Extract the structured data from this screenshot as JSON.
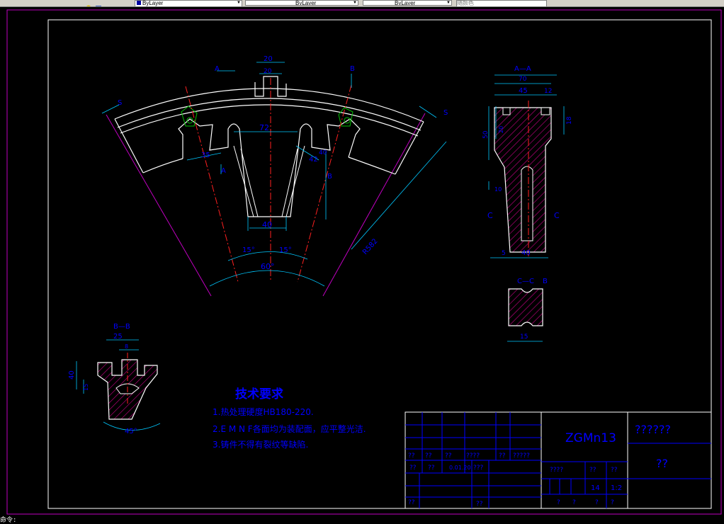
{
  "toolbar": {
    "layer_field_1": "ByLayer",
    "layer_field_2": "ByLayer",
    "layer_field_3": "ByLayer",
    "plot_style": "随颜色"
  },
  "command_line": "命令:",
  "drawing": {
    "main_view": {
      "dim_top_outer": "20",
      "dim_top_inner": "20",
      "dim_slot_width": "72",
      "dim_slot_bottom": "40",
      "dim_left_35": "35",
      "dim_angle_15_left": "15°",
      "dim_angle_15_right": "15°",
      "dim_angle_60": "60°",
      "dim_right_42": "42",
      "dim_right_40": "40",
      "dim_radius": "R582",
      "section_a_top": "A",
      "section_a_bottom": "A",
      "section_b_top": "B",
      "section_b_bottom": "B",
      "section_s_left": "S",
      "section_s_right": "S"
    },
    "section_aa": {
      "title": "A—A",
      "dim_70": "70",
      "dim_45": "45",
      "dim_12": "12",
      "dim_18": "18",
      "dim_50": "50",
      "dim_20": "20",
      "dim_10": "10",
      "dim_40": "40",
      "dim_5": "5",
      "label_c_left": "C",
      "label_c_right": "C"
    },
    "section_cc": {
      "title": "C—C",
      "label_b": "B",
      "dim_15": "15"
    },
    "section_bb": {
      "title": "B—B",
      "dim_25": "25",
      "dim_8": "8",
      "dim_40": "40",
      "dim_15": "15",
      "dim_45deg": "45°"
    },
    "tech_requirements": {
      "title": "技术要求",
      "items": [
        "1.热处理硬度HB180-220.",
        "2.E M N F各面均为装配面，应平整光洁.",
        "3.铸件不得有裂纹等缺陷."
      ]
    },
    "title_block": {
      "material": "ZGMn13",
      "name": "??????",
      "drawing_no": "??",
      "cells_row1": [
        "??",
        "??",
        "??",
        "????",
        "??",
        "?????"
      ],
      "cells_row2": [
        "??",
        "??",
        "0.01.20",
        "???"
      ],
      "weight_labels": [
        "????",
        "??",
        "??"
      ],
      "qty": "14",
      "scale": "1:2",
      "bottom_left": "??",
      "bottom_mid": "??",
      "bottom_right": [
        "?",
        "?",
        "?",
        "?"
      ]
    }
  }
}
